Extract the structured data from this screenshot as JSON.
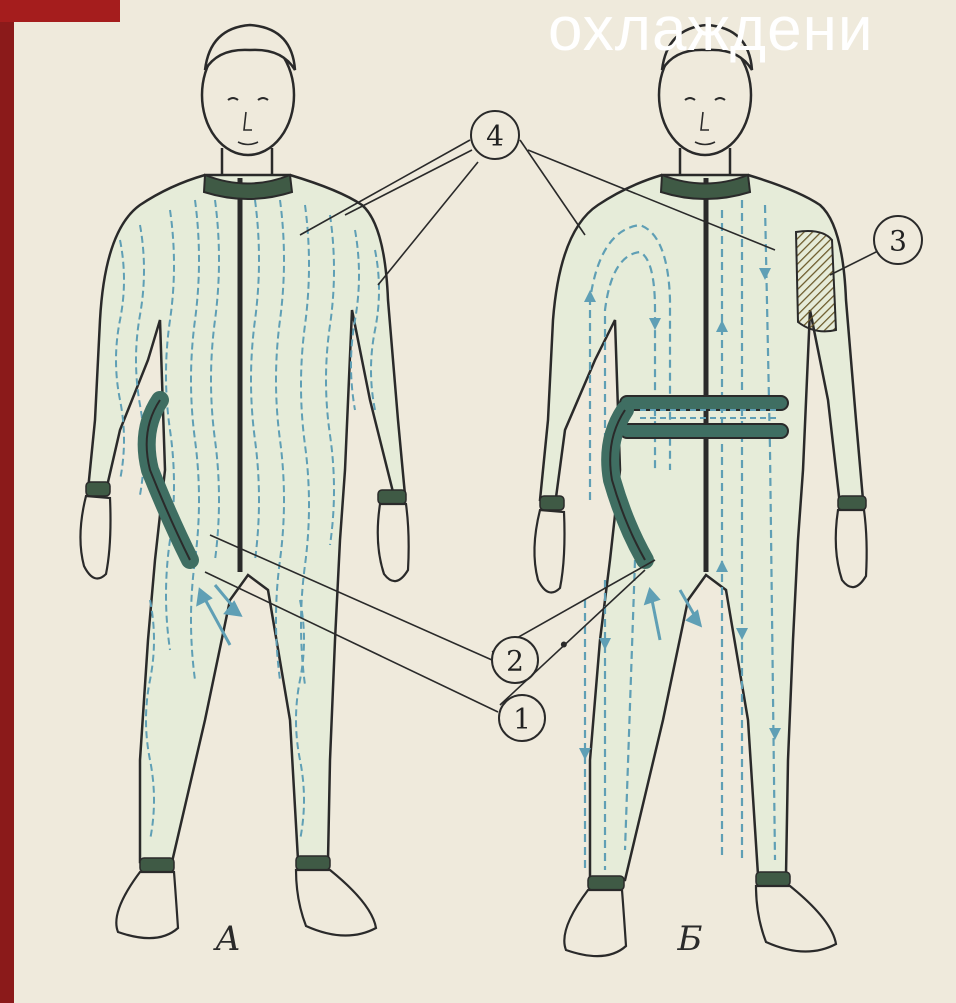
{
  "title": "охлаждени",
  "figures": [
    {
      "id": "A",
      "letter": "А"
    },
    {
      "id": "B",
      "letter": "Б"
    }
  ],
  "callouts": [
    "4",
    "3",
    "2",
    "1"
  ],
  "mark": "•",
  "colors": {
    "paper": "#efeadc",
    "ink": "#2a2a2a",
    "suit": "#e6ecd9",
    "coolant": "#5f9fb5",
    "tube": "#3f6e62",
    "accent_red": "#8b1a1a"
  }
}
